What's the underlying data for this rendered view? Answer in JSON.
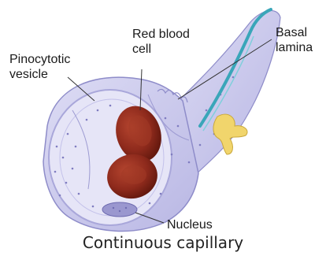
{
  "labels": {
    "red_blood_cell_line1": "Red blood",
    "red_blood_cell_line2": "cell",
    "basal_lamina_line1": "Basal",
    "basal_lamina_line2": "lamina",
    "pinocytotic_vesicle_line1": "Pinocytotic",
    "pinocytotic_vesicle_line2": "vesicle",
    "nucleus": "Nucleus"
  },
  "caption": "Continuous capillary",
  "colors": {
    "endothelium": "#c9c8ec",
    "endothelium_edge": "#8e8cc9",
    "lumen": "#e4e3f6",
    "red_blood_cell": "#8e2a1c",
    "red_blood_cell_highlight": "#b5452f",
    "nerve_fiber": "#3aa6b9",
    "pericyte": "#f1d56c",
    "nucleus": "#9a97cf"
  }
}
